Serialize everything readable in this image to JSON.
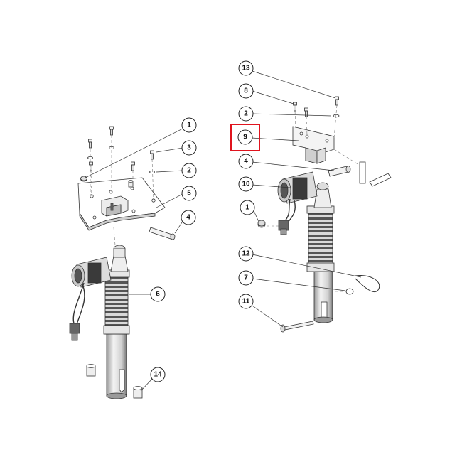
{
  "diagram": {
    "callouts": [
      {
        "id": "c13",
        "label": "13"
      },
      {
        "id": "c8",
        "label": "8"
      },
      {
        "id": "c2r",
        "label": "2"
      },
      {
        "id": "c9",
        "label": "9",
        "highlighted": true
      },
      {
        "id": "c4r",
        "label": "4"
      },
      {
        "id": "c10",
        "label": "10"
      },
      {
        "id": "c1r",
        "label": "1"
      },
      {
        "id": "c12",
        "label": "12"
      },
      {
        "id": "c7",
        "label": "7"
      },
      {
        "id": "c11",
        "label": "11"
      },
      {
        "id": "c1l",
        "label": "1"
      },
      {
        "id": "c3",
        "label": "3"
      },
      {
        "id": "c2l",
        "label": "2"
      },
      {
        "id": "c5",
        "label": "5"
      },
      {
        "id": "c4l",
        "label": "4"
      },
      {
        "id": "c6",
        "label": "6"
      },
      {
        "id": "c14",
        "label": "14"
      }
    ],
    "colors": {
      "line": "#333333",
      "part_fill": "#ffffff",
      "shade": "#6e6e6e",
      "dark": "#2a2a2a",
      "highlight": "#e0141e"
    }
  }
}
